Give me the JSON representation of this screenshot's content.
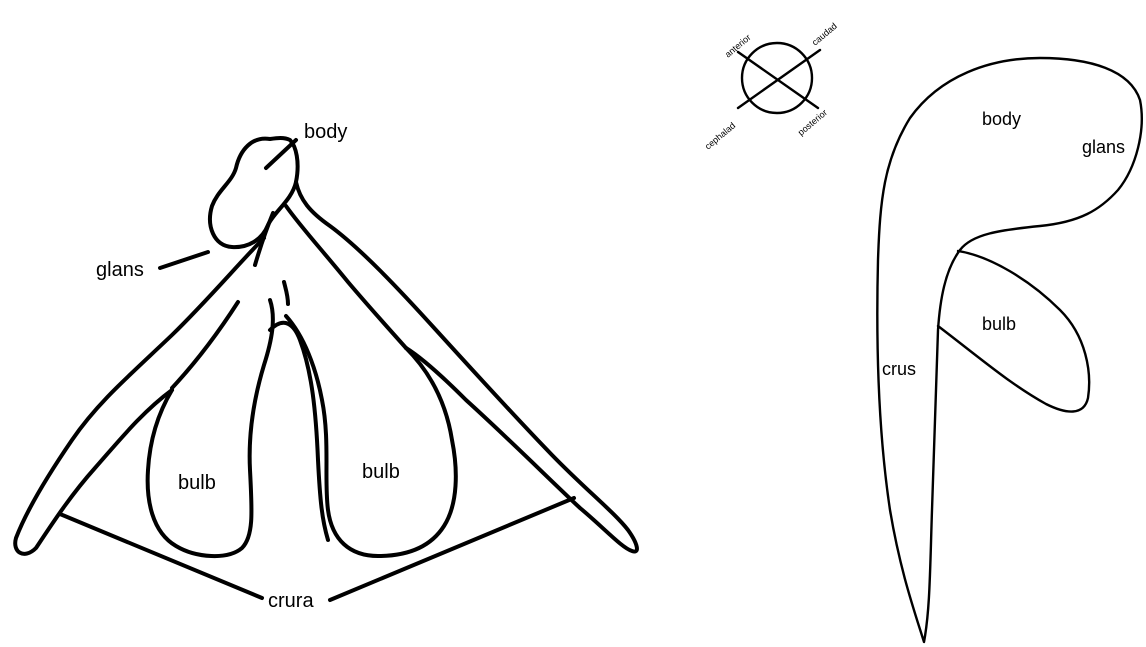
{
  "front_view": {
    "labels": {
      "body": "body",
      "glans": "glans",
      "bulb_left": "bulb",
      "bulb_right": "bulb",
      "crura": "crura"
    }
  },
  "side_view": {
    "labels": {
      "body": "body",
      "glans": "glans",
      "bulb": "bulb",
      "crus": "crus"
    }
  },
  "orientation": {
    "anterior": "anterior",
    "caudad": "caudad",
    "cephalad": "cephalad",
    "posterior": "posterior"
  },
  "colors": {
    "stroke": "#000000",
    "background": "#ffffff"
  }
}
